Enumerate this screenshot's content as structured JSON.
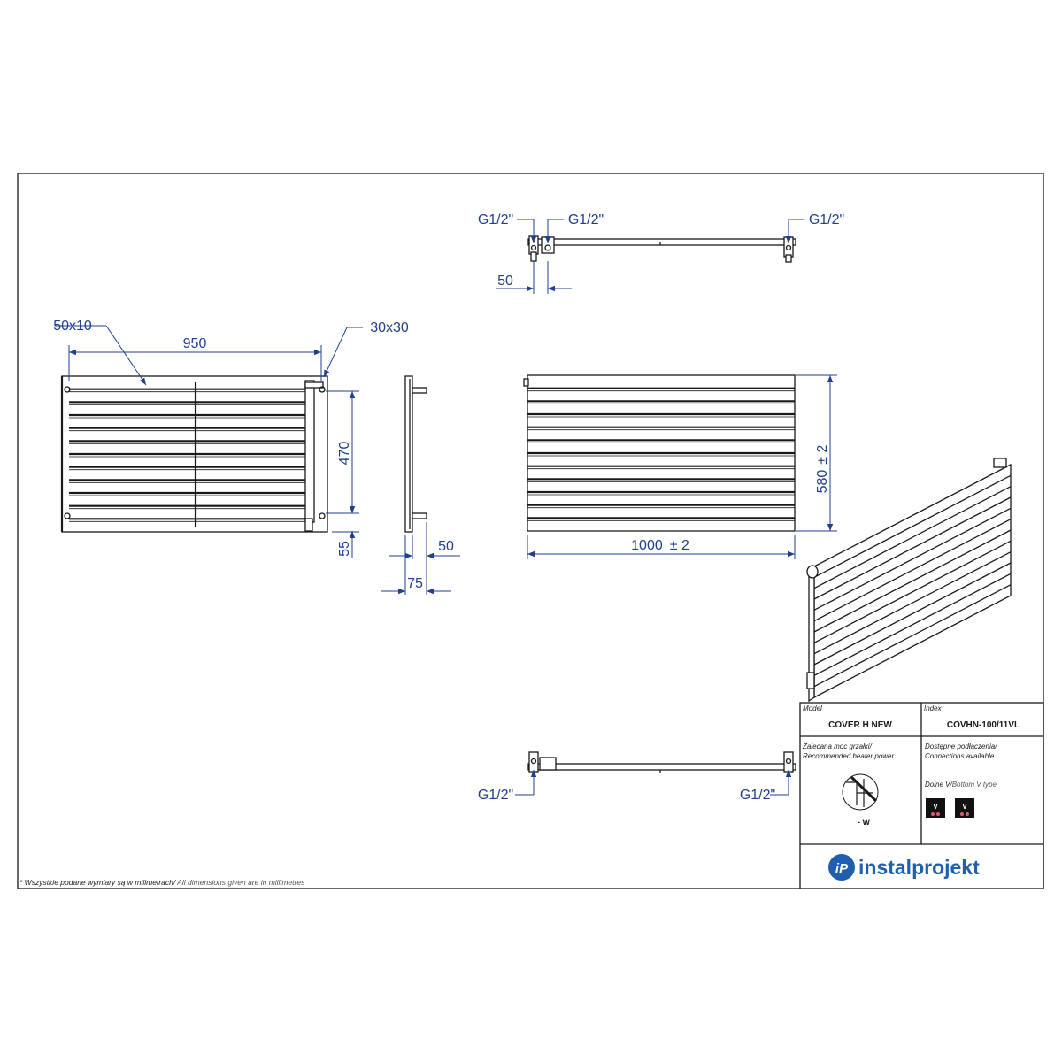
{
  "dimensions": {
    "front": {
      "profile": "50x10",
      "width": "950",
      "collector": "30x30",
      "spacing": "470",
      "bottom": "55"
    },
    "side": {
      "offset": "50",
      "depth": "75"
    },
    "back": {
      "height": "580",
      "height_tol": "± 2",
      "width": "1000",
      "width_tol": "± 2"
    },
    "top": {
      "conn_left": "G1/2\"",
      "conn_mid": "G1/2\"",
      "conn_right": "G1/2\"",
      "spacing": "50"
    },
    "bottom_view": {
      "conn_left": "G1/2\"",
      "conn_right": "G1/2\""
    }
  },
  "title_block": {
    "model_label": "Model",
    "model_value": "COVER H NEW",
    "index_label": "Index",
    "index_value": "COVHN-100/11VL",
    "heater_label_pl": "Zalecana moc grzałki/",
    "heater_label_en": "Recommended heater power",
    "heater_value": "- W",
    "connections_label_pl": "Dostępne podłączenia/",
    "connections_label_en": "Connections available",
    "connection_type_pl": "Dolne V/",
    "connection_type_en": "Bottom V type",
    "badge_1": "V",
    "badge_2": "V"
  },
  "brand": {
    "logo_mark": "iP",
    "name": "instalprojekt",
    "color": "#1f5fb0"
  },
  "footnote": {
    "text_pl": "* Wszystkie podane wymiary są w milimetrach/",
    "text_en": " All dimensions given are in millimetres"
  },
  "colors": {
    "dimension": "#1f3f8f",
    "line": "#1a1a1a"
  }
}
